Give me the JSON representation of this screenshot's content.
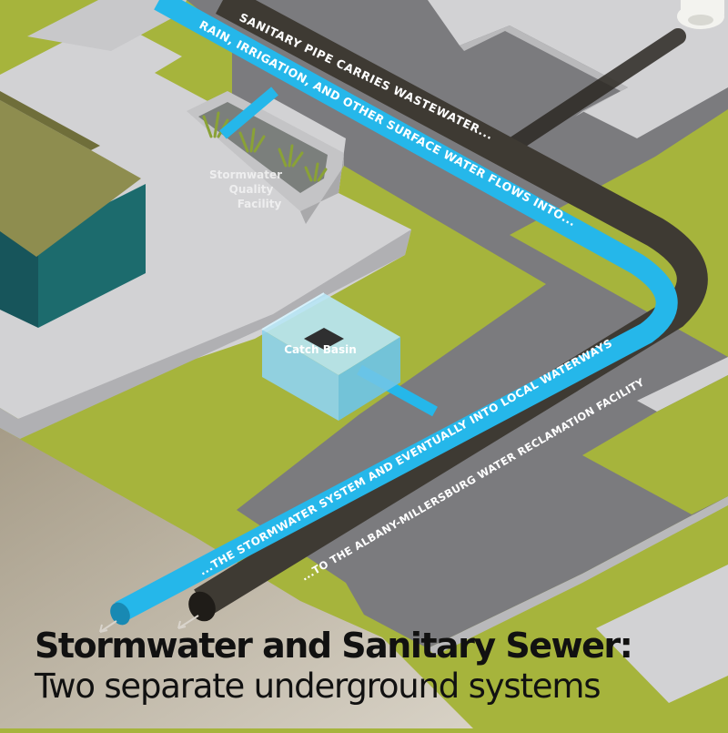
{
  "diagram": {
    "labels": {
      "sanitary_intro": "SANITARY PIPE CARRIES WASTEWATER...",
      "stormwater_intro": "RAIN, IRRIGATION, AND OTHER SURFACE WATER FLOWS INTO...",
      "stormwater_outro": "...THE STORMWATER SYSTEM AND EVENTUALLY INTO LOCAL WATERWAYS",
      "sanitary_outro": "...TO THE ALBANY-MILLERSBURG WATER RECLAMATION FACILITY",
      "facility_line1": "Stormwater",
      "facility_line2": "Quality",
      "facility_line3": "Facility",
      "catch_basin": "Catch Basin"
    },
    "colors": {
      "grass": "#a6b43c",
      "street": "#7b7b7e",
      "sidewalk": "#d2d2d4",
      "curb": "#b9b9bb",
      "soil": "#b2a896",
      "stormwater_pipe": "#25b7ea",
      "sanitary_pipe": "#3e3a33",
      "house_wall": "#1c6b6d",
      "house_roof": "#8e8d4f"
    }
  },
  "title": {
    "main": "Stormwater and Sanitary Sewer:",
    "sub": "Two separate underground systems"
  }
}
